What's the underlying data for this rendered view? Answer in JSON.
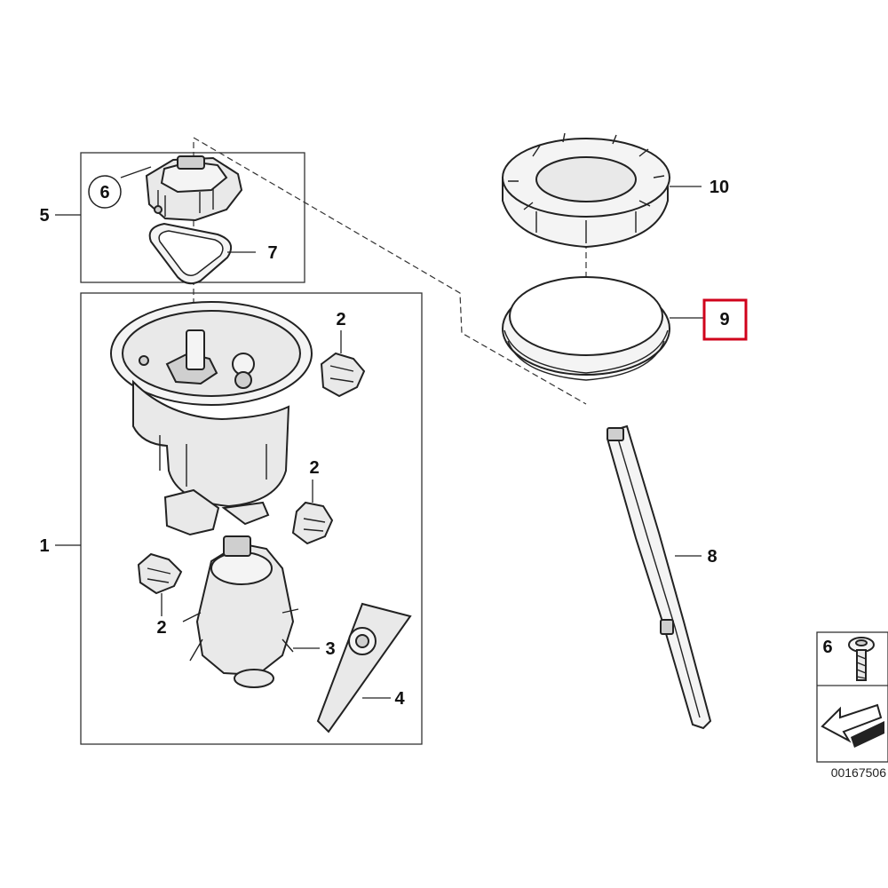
{
  "callouts": {
    "c1": "1",
    "c2a": "2",
    "c2b": "2",
    "c2c": "2",
    "c3": "3",
    "c4": "4",
    "c5": "5",
    "c6": "6",
    "c7": "7",
    "c8": "8",
    "c9": "9",
    "c10": "10"
  },
  "highlight": {
    "part": "9",
    "color": "#d0021b"
  },
  "legend": {
    "part_number": "6",
    "reference_code": "00167506"
  }
}
